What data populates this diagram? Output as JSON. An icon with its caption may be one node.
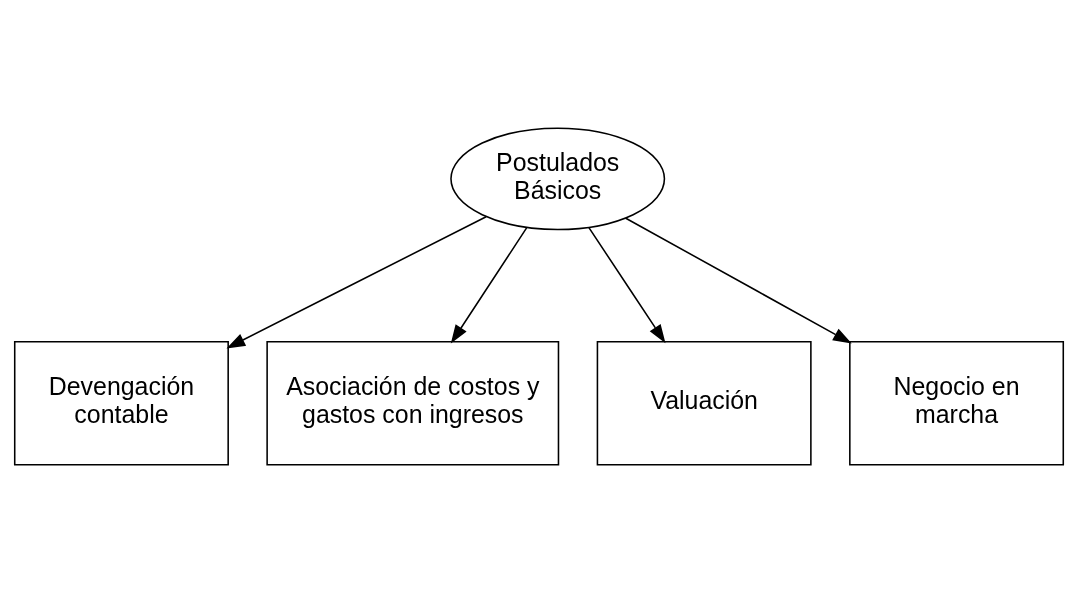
{
  "diagram": {
    "nodes": [
      {
        "text": [
          "Postulados Básicos"
        ]
      },
      {
        "text": [
          "Devengación contable"
        ]
      },
      {
        "text": [
          "Asociación de costos y gastos con ingresos"
        ]
      },
      {
        "text": [
          "Valuación"
        ]
      },
      {
        "text": [
          "Negocio en marcha"
        ]
      }
    ],
    "edges": [
      {
        "from": 0,
        "to": 1,
        "arrow": "to"
      },
      {
        "from": 0,
        "to": 2,
        "arrow": "to"
      },
      {
        "from": 0,
        "to": 3,
        "arrow": "to"
      },
      {
        "from": 0,
        "to": 4,
        "arrow": "to"
      }
    ]
  }
}
